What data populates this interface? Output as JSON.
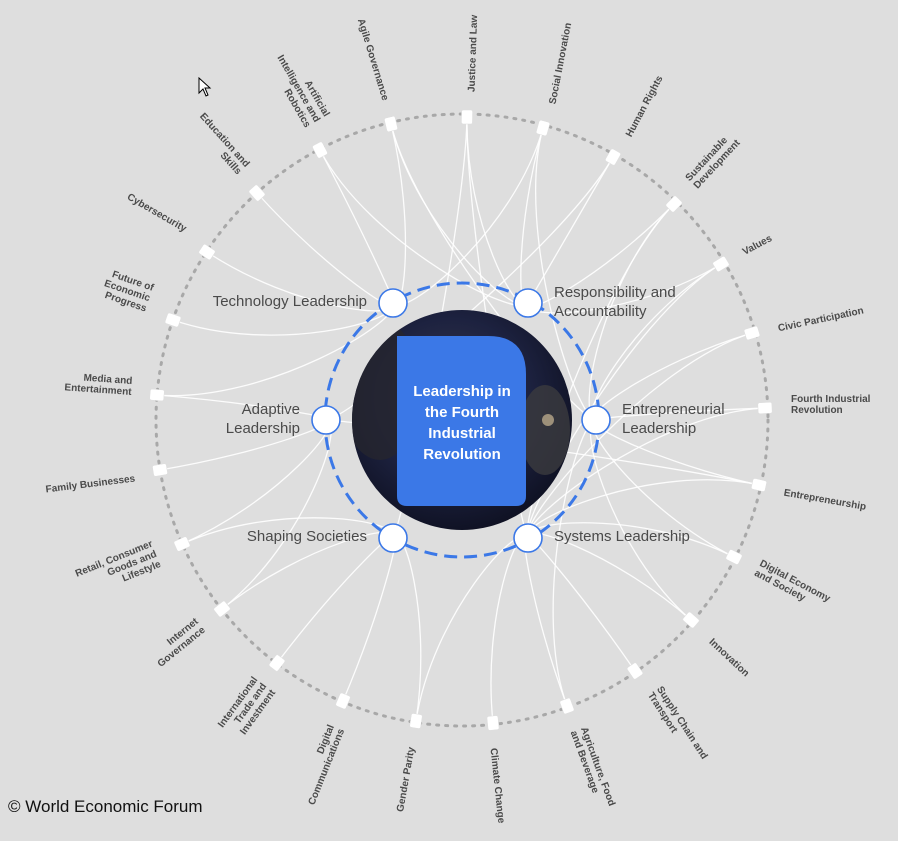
{
  "center": {
    "title_lines": [
      "Leadership in",
      "the Fourth",
      "Industrial",
      "Revolution"
    ],
    "accent_color": "#3b78e7"
  },
  "hubs": [
    {
      "id": "technology-leadership",
      "label_lines": [
        "Technology Leadership"
      ]
    },
    {
      "id": "responsibility-and-accountability",
      "label_lines": [
        "Responsibility and",
        "Accountability"
      ]
    },
    {
      "id": "entrepreneurial-leadership",
      "label_lines": [
        "Entrepreneurial",
        "Leadership"
      ]
    },
    {
      "id": "systems-leadership",
      "label_lines": [
        "Systems Leadership"
      ]
    },
    {
      "id": "shaping-societies",
      "label_lines": [
        "Shaping Societies"
      ]
    },
    {
      "id": "adaptive-leadership",
      "label_lines": [
        "Adaptive",
        "Leadership"
      ]
    }
  ],
  "topics": [
    {
      "id": "justice-and-law",
      "label_lines": [
        "Justice and Law"
      ]
    },
    {
      "id": "social-innovation",
      "label_lines": [
        "Social Innovation"
      ]
    },
    {
      "id": "human-rights",
      "label_lines": [
        "Human Rights"
      ]
    },
    {
      "id": "sustainable-development",
      "label_lines": [
        "Sustainable",
        "Development"
      ]
    },
    {
      "id": "values",
      "label_lines": [
        "Values"
      ]
    },
    {
      "id": "civic-participation",
      "label_lines": [
        "Civic Participation"
      ]
    },
    {
      "id": "fourth-industrial-revolution",
      "label_lines": [
        "Fourth Industrial",
        "Revolution"
      ]
    },
    {
      "id": "entrepreneurship",
      "label_lines": [
        "Entrepreneurship"
      ]
    },
    {
      "id": "digital-economy-and-society",
      "label_lines": [
        "Digital Economy",
        "and Society"
      ]
    },
    {
      "id": "innovation",
      "label_lines": [
        "Innovation"
      ]
    },
    {
      "id": "supply-chain-and-transport",
      "label_lines": [
        "Supply Chain and",
        "Transport"
      ]
    },
    {
      "id": "agriculture-food-and-beverage",
      "label_lines": [
        "Agriculture, Food",
        "and Beverage"
      ]
    },
    {
      "id": "climate-change",
      "label_lines": [
        "Climate Change"
      ]
    },
    {
      "id": "gender-parity",
      "label_lines": [
        "Gender Parity"
      ]
    },
    {
      "id": "digital-communications",
      "label_lines": [
        "Digital",
        "Communications"
      ]
    },
    {
      "id": "international-trade-and-investment",
      "label_lines": [
        "International",
        "Trade and",
        "Investment"
      ]
    },
    {
      "id": "internet-governance",
      "label_lines": [
        "Internet",
        "Governance"
      ]
    },
    {
      "id": "retail-consumer-goods-and-lifestyle",
      "label_lines": [
        "Retail, Consumer",
        "Goods and",
        "Lifestyle"
      ]
    },
    {
      "id": "family-businesses",
      "label_lines": [
        "Family Businesses"
      ]
    },
    {
      "id": "media-and-entertainment",
      "label_lines": [
        "Media and",
        "Entertainment"
      ]
    },
    {
      "id": "future-of-economic-progress",
      "label_lines": [
        "Future of",
        "Economic",
        "Progress"
      ]
    },
    {
      "id": "cybersecurity",
      "label_lines": [
        "Cybersecurity"
      ]
    },
    {
      "id": "education-and-skills",
      "label_lines": [
        "Education and",
        "Skills"
      ]
    },
    {
      "id": "artificial-intelligence-and-robotics",
      "label_lines": [
        "Artificial",
        "Intelligence and",
        "Robotics"
      ]
    },
    {
      "id": "agile-governance",
      "label_lines": [
        "Agile Governance"
      ]
    }
  ],
  "footer": {
    "copyright": "© World Economic Forum"
  },
  "colors": {
    "background": "#dedede",
    "ring_dots": "#a8a8a8",
    "link_lines": "#ffffff",
    "label_text": "#4a4a4a"
  }
}
